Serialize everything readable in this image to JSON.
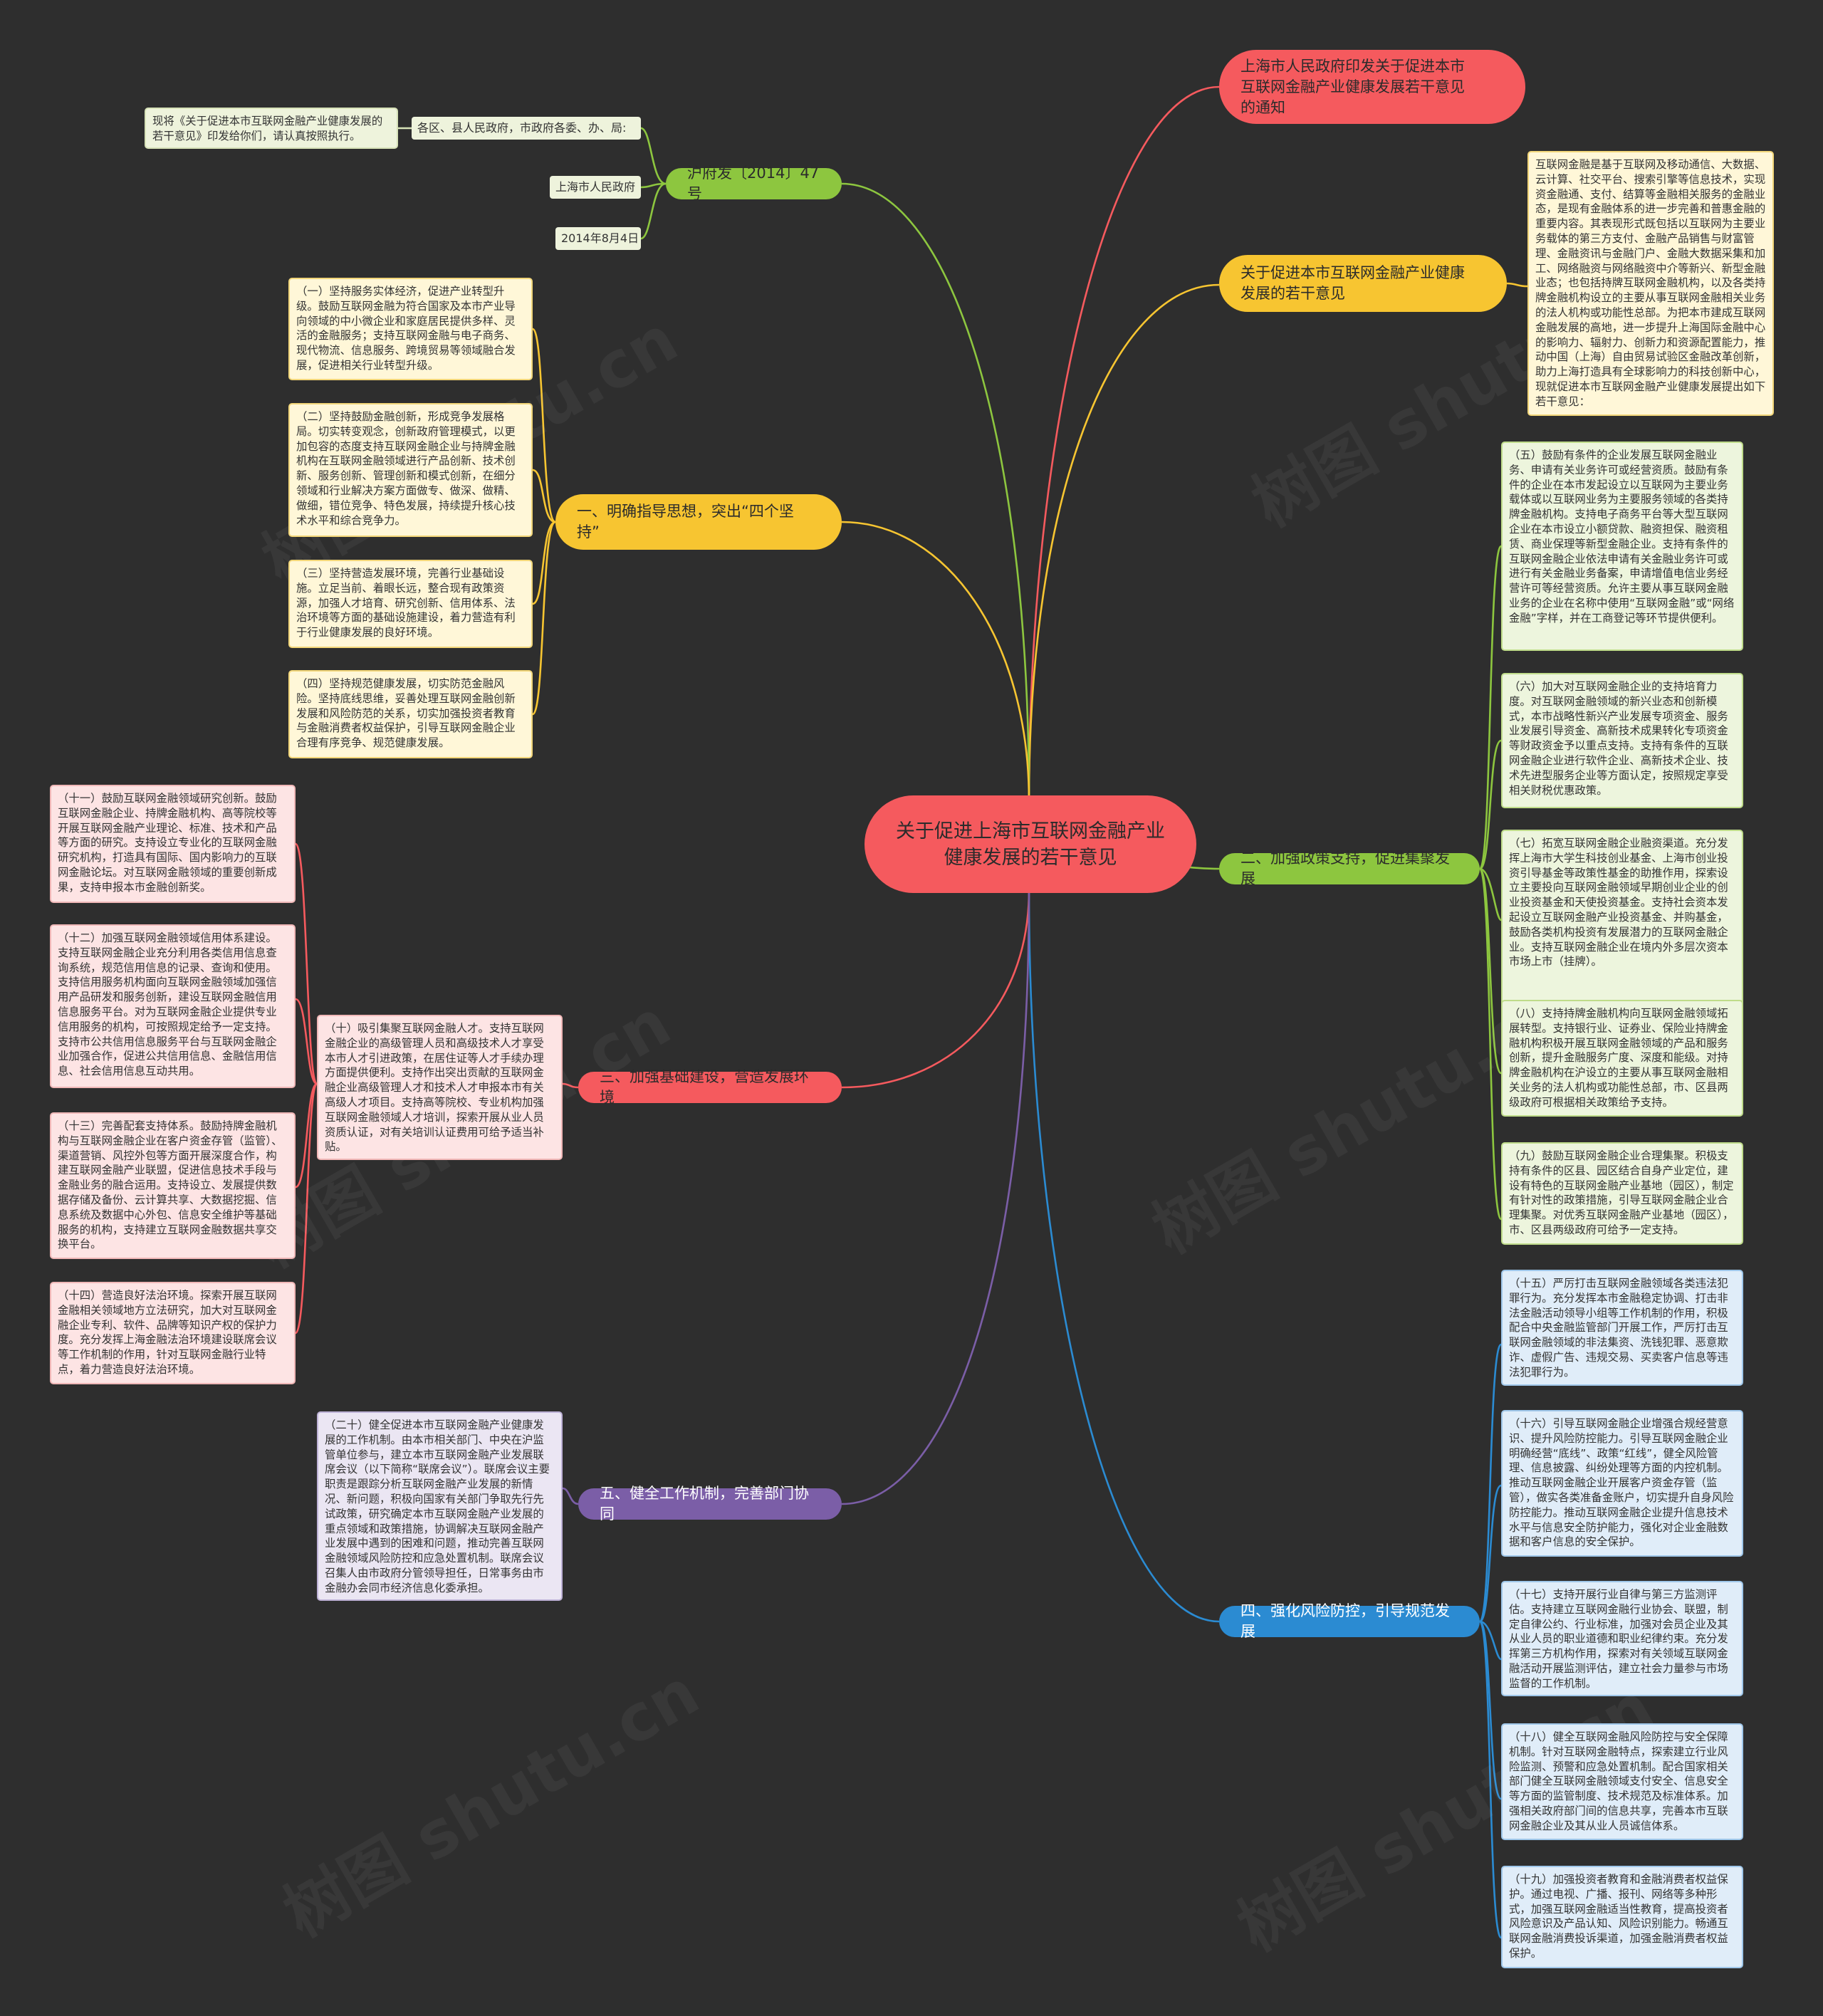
{
  "root": "关于促进上海市互联网金融产业健康发展的若干意见",
  "colors": {
    "red": "#f55a5e",
    "yellow": "#f7c531",
    "green": "#8dc63f",
    "blue": "#2b8bd2",
    "purple": "#7b5ea7",
    "background": "#2e2e2e"
  },
  "right_top": {
    "notice": "上海市人民政府印发关于促进本市\n互联网金融产业健康发展若干意见\n的通知",
    "opinion": "关于促进本市互联网金融产业健康\n发展的若干意见",
    "intro": "互联网金融是基于互联网及移动通信、大数据、云计算、社交平台、搜索引擎等信息技术，实现资金融通、支付、结算等金融相关服务的金融业态，是现有金融体系的进一步完善和普惠金融的重要内容。其表现形式既包括以互联网为主要业务载体的第三方支付、金融产品销售与财富管理、金融资讯与金融门户、金融大数据采集和加工、网络融资与网络融资中介等新兴、新型金融业态；也包括持牌互联网金融机构，以及各类持牌金融机构设立的主要从事互联网金融相关业务的法人机构或功能性总部。为把本市建成互联网金融发展的高地，进一步提升上海国际金融中心的影响力、辐射力、创新力和资源配置能力，推动中国（上海）自由贸易试验区金融改革创新，助力上海打造具有全球影响力的科技创新中心，现就促进本市互联网金融产业健康发展提出如下若干意见："
  },
  "doc_number": {
    "label": "沪府发〔2014〕47号",
    "recipient": "各区、县人民政府，市政府各委、办、局:",
    "forward": "现将《关于促进本市互联网金融产业健康发展的若干意见》印发给你们，请认真按照执行。",
    "issuer": "上海市人民政府",
    "date": "2014年8月4日"
  },
  "section1": {
    "label": "一、明确指导思想，突出“四个坚\n持”",
    "items": [
      "（一）坚持服务实体经济，促进产业转型升级。鼓励互联网金融为符合国家及本市产业导向领域的中小微企业和家庭居民提供多样、灵活的金融服务；支持互联网金融与电子商务、现代物流、信息服务、跨境贸易等领域融合发展，促进相关行业转型升级。",
      "（二）坚持鼓励金融创新，形成竞争发展格局。切实转变观念，创新政府管理模式，以更加包容的态度支持互联网金融企业与持牌金融机构在互联网金融领域进行产品创新、技术创新、服务创新、管理创新和模式创新，在细分领域和行业解决方案方面做专、做深、做精、做细，错位竞争、特色发展，持续提升核心技术水平和综合竞争力。",
      "（三）坚持营造发展环境，完善行业基础设施。立足当前、着眼长远，整合现有政策资源，加强人才培育、研究创新、信用体系、法治环境等方面的基础设施建设，着力营造有利于行业健康发展的良好环境。",
      "（四）坚持规范健康发展，切实防范金融风险。坚持底线思维，妥善处理互联网金融创新发展和风险防范的关系，切实加强投资者教育与金融消费者权益保护，引导互联网金融企业合理有序竞争、规范健康发展。"
    ]
  },
  "section2": {
    "label": "二、加强政策支持，促进集聚发展",
    "items": [
      "（五）鼓励有条件的企业发展互联网金融业务、申请有关业务许可或经营资质。鼓励有条件的企业在本市发起设立以互联网为主要业务载体或以互联网业务为主要服务领域的各类持牌金融机构。支持电子商务平台等大型互联网企业在本市设立小额贷款、融资担保、融资租赁、商业保理等新型金融企业。支持有条件的互联网金融企业依法申请有关金融业务许可或进行有关金融业务备案，申请增值电信业务经营许可等经营资质。允许主要从事互联网金融业务的企业在名称中使用“互联网金融”或“网络金融”字样，并在工商登记等环节提供便利。",
      "（六）加大对互联网金融企业的支持培育力度。对互联网金融领域的新兴业态和创新模式，本市战略性新兴产业发展专项资金、服务业发展引导资金、高新技术成果转化专项资金等财政资金予以重点支持。支持有条件的互联网金融企业进行软件企业、高新技术企业、技术先进型服务企业等方面认定，按照规定享受相关财税优惠政策。",
      "（七）拓宽互联网金融企业融资渠道。充分发挥上海市大学生科技创业基金、上海市创业投资引导基金等政策性基金的助推作用，探索设立主要投向互联网金融领域早期创业企业的创业投资基金和天使投资基金。支持社会资本发起设立互联网金融产业投资基金、并购基金，鼓励各类机构投资有发展潜力的互联网金融企业。支持互联网金融企业在境内外多层次资本市场上市（挂牌）。",
      "（八）支持持牌金融机构向互联网金融领域拓展转型。支持银行业、证券业、保险业持牌金融机构积极开展互联网金融领域的产品和服务创新，提升金融服务广度、深度和能级。对持牌金融机构在沪设立的主要从事互联网金融相关业务的法人机构或功能性总部，市、区县两级政府可根据相关政策给予支持。",
      "（九）鼓励互联网金融企业合理集聚。积极支持有条件的区县、园区结合自身产业定位，建设有特色的互联网金融产业基地（园区），制定有针对性的政策措施，引导互联网金融企业合理集聚。对优秀互联网金融产业基地（园区），市、区县两级政府可给予一定支持。"
    ]
  },
  "section3": {
    "label": "三、加强基础建设，营造发展环境",
    "main": "（十）吸引集聚互联网金融人才。支持互联网金融企业的高级管理人员和高级技术人才享受本市人才引进政策，在居住证等人才手续办理方面提供便利。支持作出突出贡献的互联网金融企业高级管理人才和技术人才申报本市有关高级人才项目。支持高等院校、专业机构加强互联网金融领域人才培训，探索开展从业人员资质认证，对有关培训认证费用可给予适当补贴。",
    "items": [
      "（十一）鼓励互联网金融领域研究创新。鼓励互联网金融企业、持牌金融机构、高等院校等开展互联网金融产业理论、标准、技术和产品等方面的研究。支持设立专业化的互联网金融研究机构，打造具有国际、国内影响力的互联网金融论坛。对互联网金融领域的重要创新成果，支持申报本市金融创新奖。",
      "（十二）加强互联网金融领域信用体系建设。支持互联网金融企业充分利用各类信用信息查询系统，规范信用信息的记录、查询和使用。支持信用服务机构面向互联网金融领域加强信用产品研发和服务创新，建设互联网金融信用信息服务平台。对为互联网金融企业提供专业信用服务的机构，可按照规定给予一定支持。支持市公共信用信息服务平台与互联网金融企业加强合作，促进公共信用信息、金融信用信息、社会信用信息互动共用。",
      "（十三）完善配套支持体系。鼓励持牌金融机构与互联网金融企业在客户资金存管（监管）、渠道营销、风控外包等方面开展深度合作，构建互联网金融产业联盟，促进信息技术手段与金融业务的融合运用。支持设立、发展提供数据存储及备份、云计算共享、大数据挖掘、信息系统及数据中心外包、信息安全维护等基础服务的机构，支持建立互联网金融数据共享交换平台。",
      "（十四）营造良好法治环境。探索开展互联网金融相关领域地方立法研究，加大对互联网金融企业专利、软件、品牌等知识产权的保护力度。充分发挥上海金融法治环境建设联席会议等工作机制的作用，针对互联网金融行业特点，着力营造良好法治环境。"
    ]
  },
  "section4": {
    "label": "四、强化风险防控，引导规范发展",
    "items": [
      "（十五）严厉打击互联网金融领域各类违法犯罪行为。充分发挥本市金融稳定协调、打击非法金融活动领导小组等工作机制的作用，积极配合中央金融监管部门开展工作，严厉打击互联网金融领域的非法集资、洗钱犯罪、恶意欺诈、虚假广告、违规交易、买卖客户信息等违法犯罪行为。",
      "（十六）引导互联网金融企业增强合规经营意识、提升风险防控能力。引导互联网金融企业明确经营“底线”、政策“红线”，健全风险管理、信息披露、纠纷处理等方面的内控机制。推动互联网金融企业开展客户资金存管（监管），做实各类准备金账户，切实提升自身风险防控能力。推动互联网金融企业提升信息技术水平与信息安全防护能力，强化对企业金融数据和客户信息的安全保护。",
      "（十七）支持开展行业自律与第三方监测评估。支持建立互联网金融行业协会、联盟，制定自律公约、行业标准，加强对会员企业及其从业人员的职业道德和职业纪律约束。充分发挥第三方机构作用，探索对有关领域互联网金融活动开展监测评估，建立社会力量参与市场监督的工作机制。",
      "（十八）健全互联网金融风险防控与安全保障机制。针对互联网金融特点，探索建立行业风险监测、预警和应急处置机制。配合国家相关部门健全互联网金融领域支付安全、信息安全等方面的监管制度、技术规范及标准体系。加强相关政府部门间的信息共享，完善本市互联网金融企业及其从业人员诚信体系。",
      "（十九）加强投资者教育和金融消费者权益保护。通过电视、广播、报刊、网络等多种形式，加强互联网金融适当性教育，提高投资者风险意识及产品认知、风险识别能力。畅通互联网金融消费投诉渠道，加强金融消费者权益保护。"
    ]
  },
  "section5": {
    "label": "五、健全工作机制，完善部门协同",
    "main": "（二十）健全促进本市互联网金融产业健康发展的工作机制。由本市相关部门、中央在沪监管单位参与，建立本市互联网金融产业发展联席会议（以下简称“联席会议”）。联席会议主要职责是跟踪分析互联网金融产业发展的新情况、新问题，积极向国家有关部门争取先行先试政策，研究确定本市互联网金融产业发展的重点领域和政策措施，协调解决互联网金融产业发展中遇到的困难和问题，推动完善互联网金融领域风险防控和应急处置机制。联席会议召集人由市政府分管领导担任，日常事务由市金融办会同市经济信息化委承担。"
  }
}
